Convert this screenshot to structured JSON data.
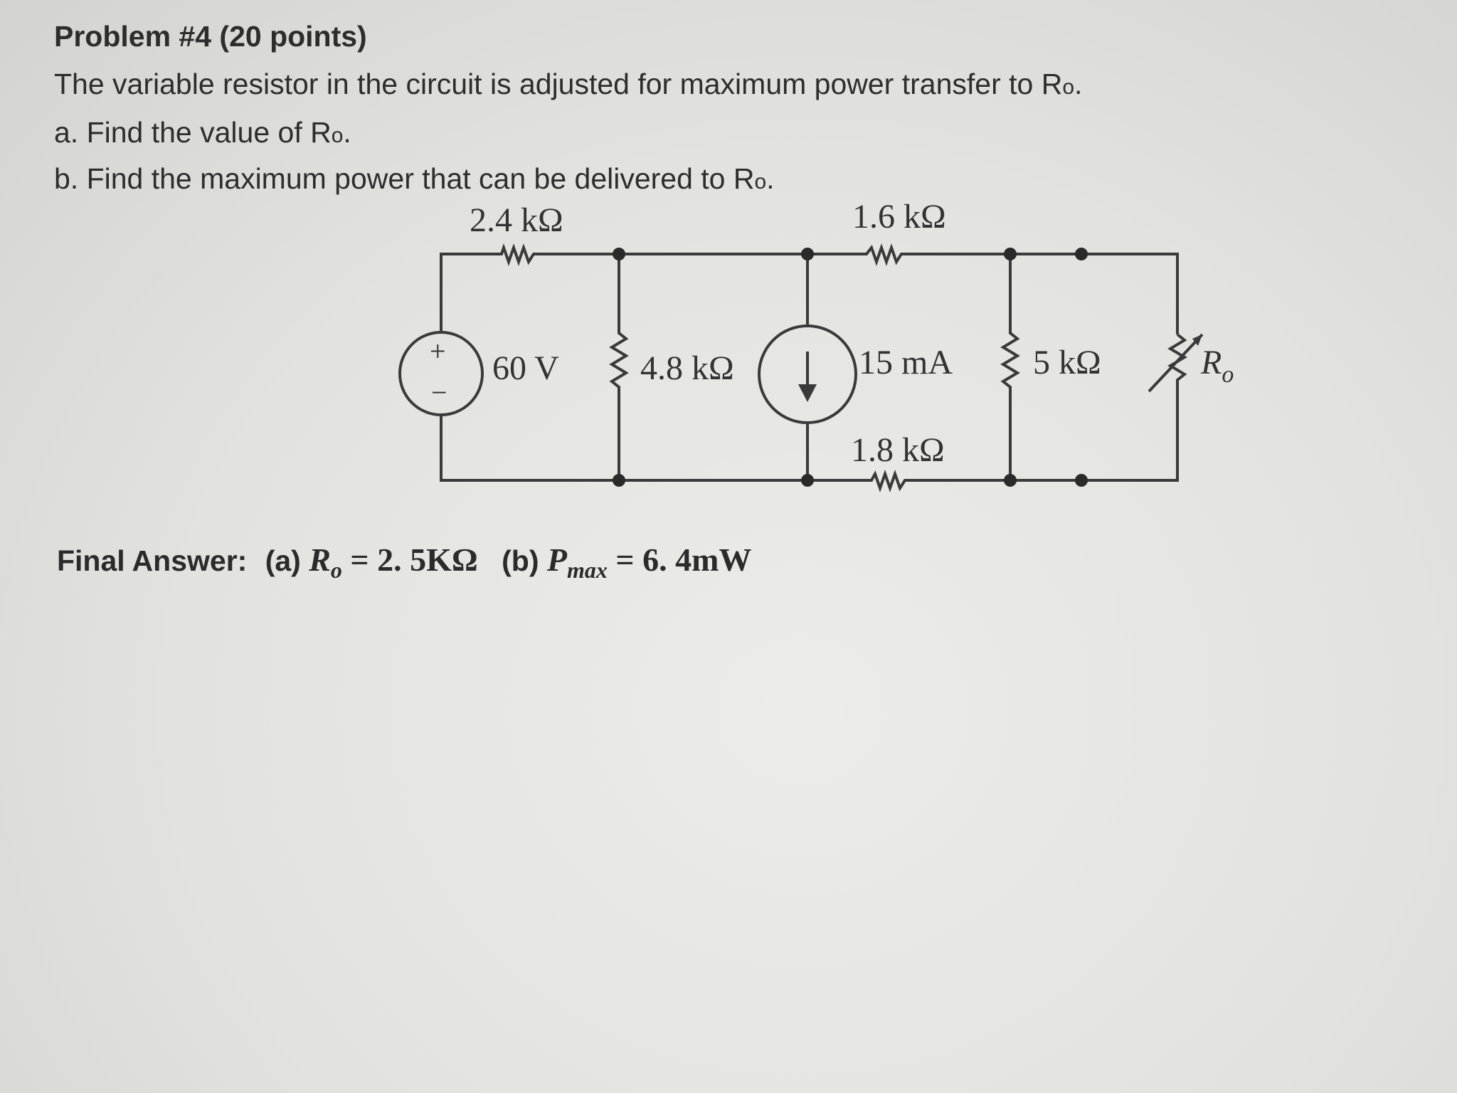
{
  "problem": {
    "title": "Problem #4 (20 points)",
    "intro": "The variable resistor in the circuit is adjusted for maximum power transfer to R",
    "intro_sub": "o",
    "intro_end": ".",
    "part_a": "a. Find the value of R",
    "part_a_sub": "o",
    "part_a_end": ".",
    "part_b": "b. Find the maximum power that can be delivered to R",
    "part_b_sub": "o",
    "part_b_end": "."
  },
  "circuit": {
    "r_top_left": "2.4 kΩ",
    "r_top_right": "1.6 kΩ",
    "source_plus": "+",
    "source_minus": "−",
    "voltage_source": "60 V",
    "r_shunt_1": "4.8 kΩ",
    "current_source": "15 mA",
    "r_shunt_2": "5 kΩ",
    "r_bottom": "1.8 kΩ",
    "load_main": "R",
    "load_sub": "o",
    "load_color": "#2a7fc0"
  },
  "answer": {
    "label": "Final Answer:",
    "part_a_label": "(a)",
    "ro_var": "R",
    "ro_sub": "o",
    "ro_value": " = 2. 5KΩ",
    "part_b_label": "(b)",
    "p_var": "P",
    "p_sub": "max",
    "p_value": " = 6. 4mW"
  }
}
